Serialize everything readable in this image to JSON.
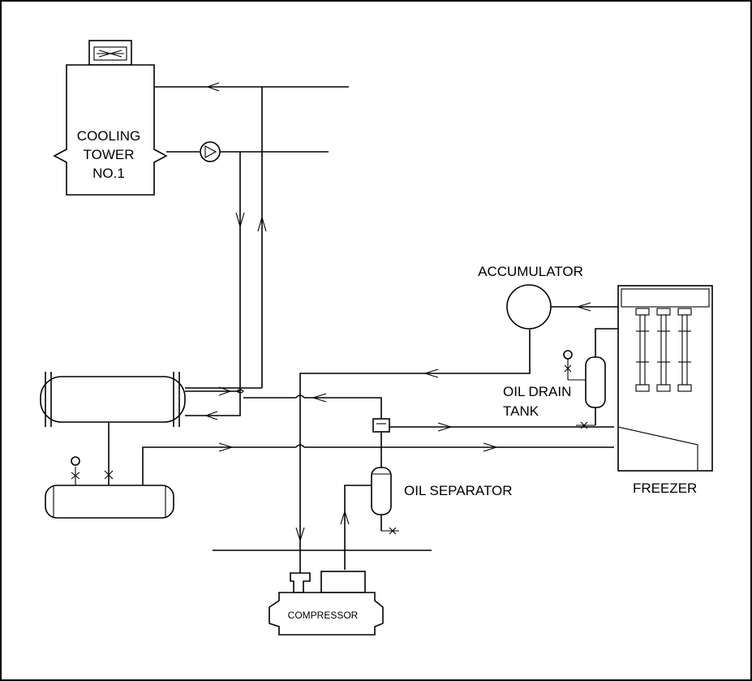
{
  "labels": {
    "cooling_tower_line1": "COOLING",
    "cooling_tower_line2": "TOWER",
    "cooling_tower_line3": "NO.1",
    "accumulator": "ACCUMULATOR",
    "oil_drain_tank_line1": "OIL DRAIN",
    "oil_drain_tank_line2": "TANK",
    "oil_separator": "OIL SEPARATOR",
    "freezer": "FREEZER",
    "compressor": "COMPRESSOR"
  },
  "colors": {
    "line": "#000000",
    "background": "#ffffff"
  }
}
